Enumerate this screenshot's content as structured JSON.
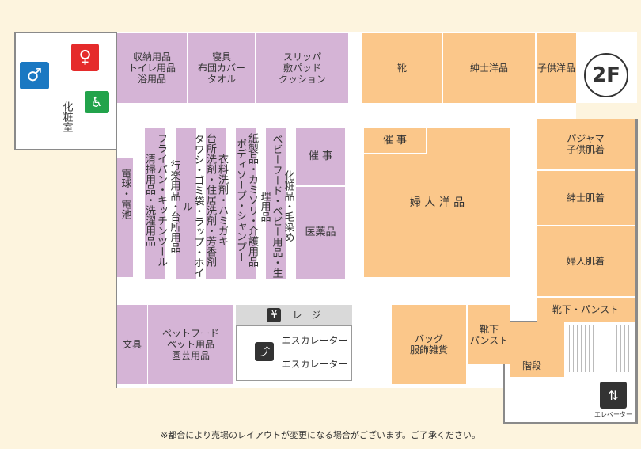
{
  "floor_label": "2F",
  "restroom": {
    "label": "化粧室",
    "male_icon": "male-toilet-icon",
    "female_icon": "female-toilet-icon",
    "accessible_icon": "accessible-toilet-icon"
  },
  "top_purple": [
    "収納用品\nトイレ用品\n浴用品",
    "寝具\n布団カバー\nタオル",
    "スリッパ\n敷パッド\nクッション"
  ],
  "top_orange": [
    "靴",
    "紳士洋品",
    "子供洋品"
  ],
  "strips": [
    "電球・電池",
    "フライパン・キッチンツール\n清掃用品・洗濯用品",
    "タワシ・ゴミ袋・ラップ・ホイル\n行楽用品・台所用品",
    "衣料洗剤・ハミガキ\n台所洗剤・住居洗剤・芳香剤",
    "紙製品・カミソリ・介護用品\nボディソープ・シャンプー",
    "化粧品・毛染め\nベビーフード・ベビー用品・生理用品"
  ],
  "event_purple": "催 事",
  "medicine": "医薬品",
  "event_orange": "催 事",
  "womens_wear": "婦 人 洋 品",
  "right_column": [
    "パジャマ\n子供肌着",
    "紳士肌着",
    "婦人肌着",
    "靴下・パンスト"
  ],
  "bottom": {
    "stationery": "文具",
    "pet": "ペットフード\nペット用品\n園芸用品",
    "register": "レ　ジ",
    "register_icon": "¥",
    "escalators": [
      "エスカレーター",
      "エスカレーター"
    ],
    "bags": "バッグ\n服飾雑貨",
    "socks": "靴下\nパンスト",
    "stairs": "階段",
    "elevator": "エレベーター"
  },
  "footnote": "※都合により売場のレイアウトが変更になる場合がございます。ご了承ください。",
  "colors": {
    "purple": "#d5b4d6",
    "orange": "#fbc78a",
    "wall": "#8a8a8a",
    "background": "#fdf4de"
  }
}
